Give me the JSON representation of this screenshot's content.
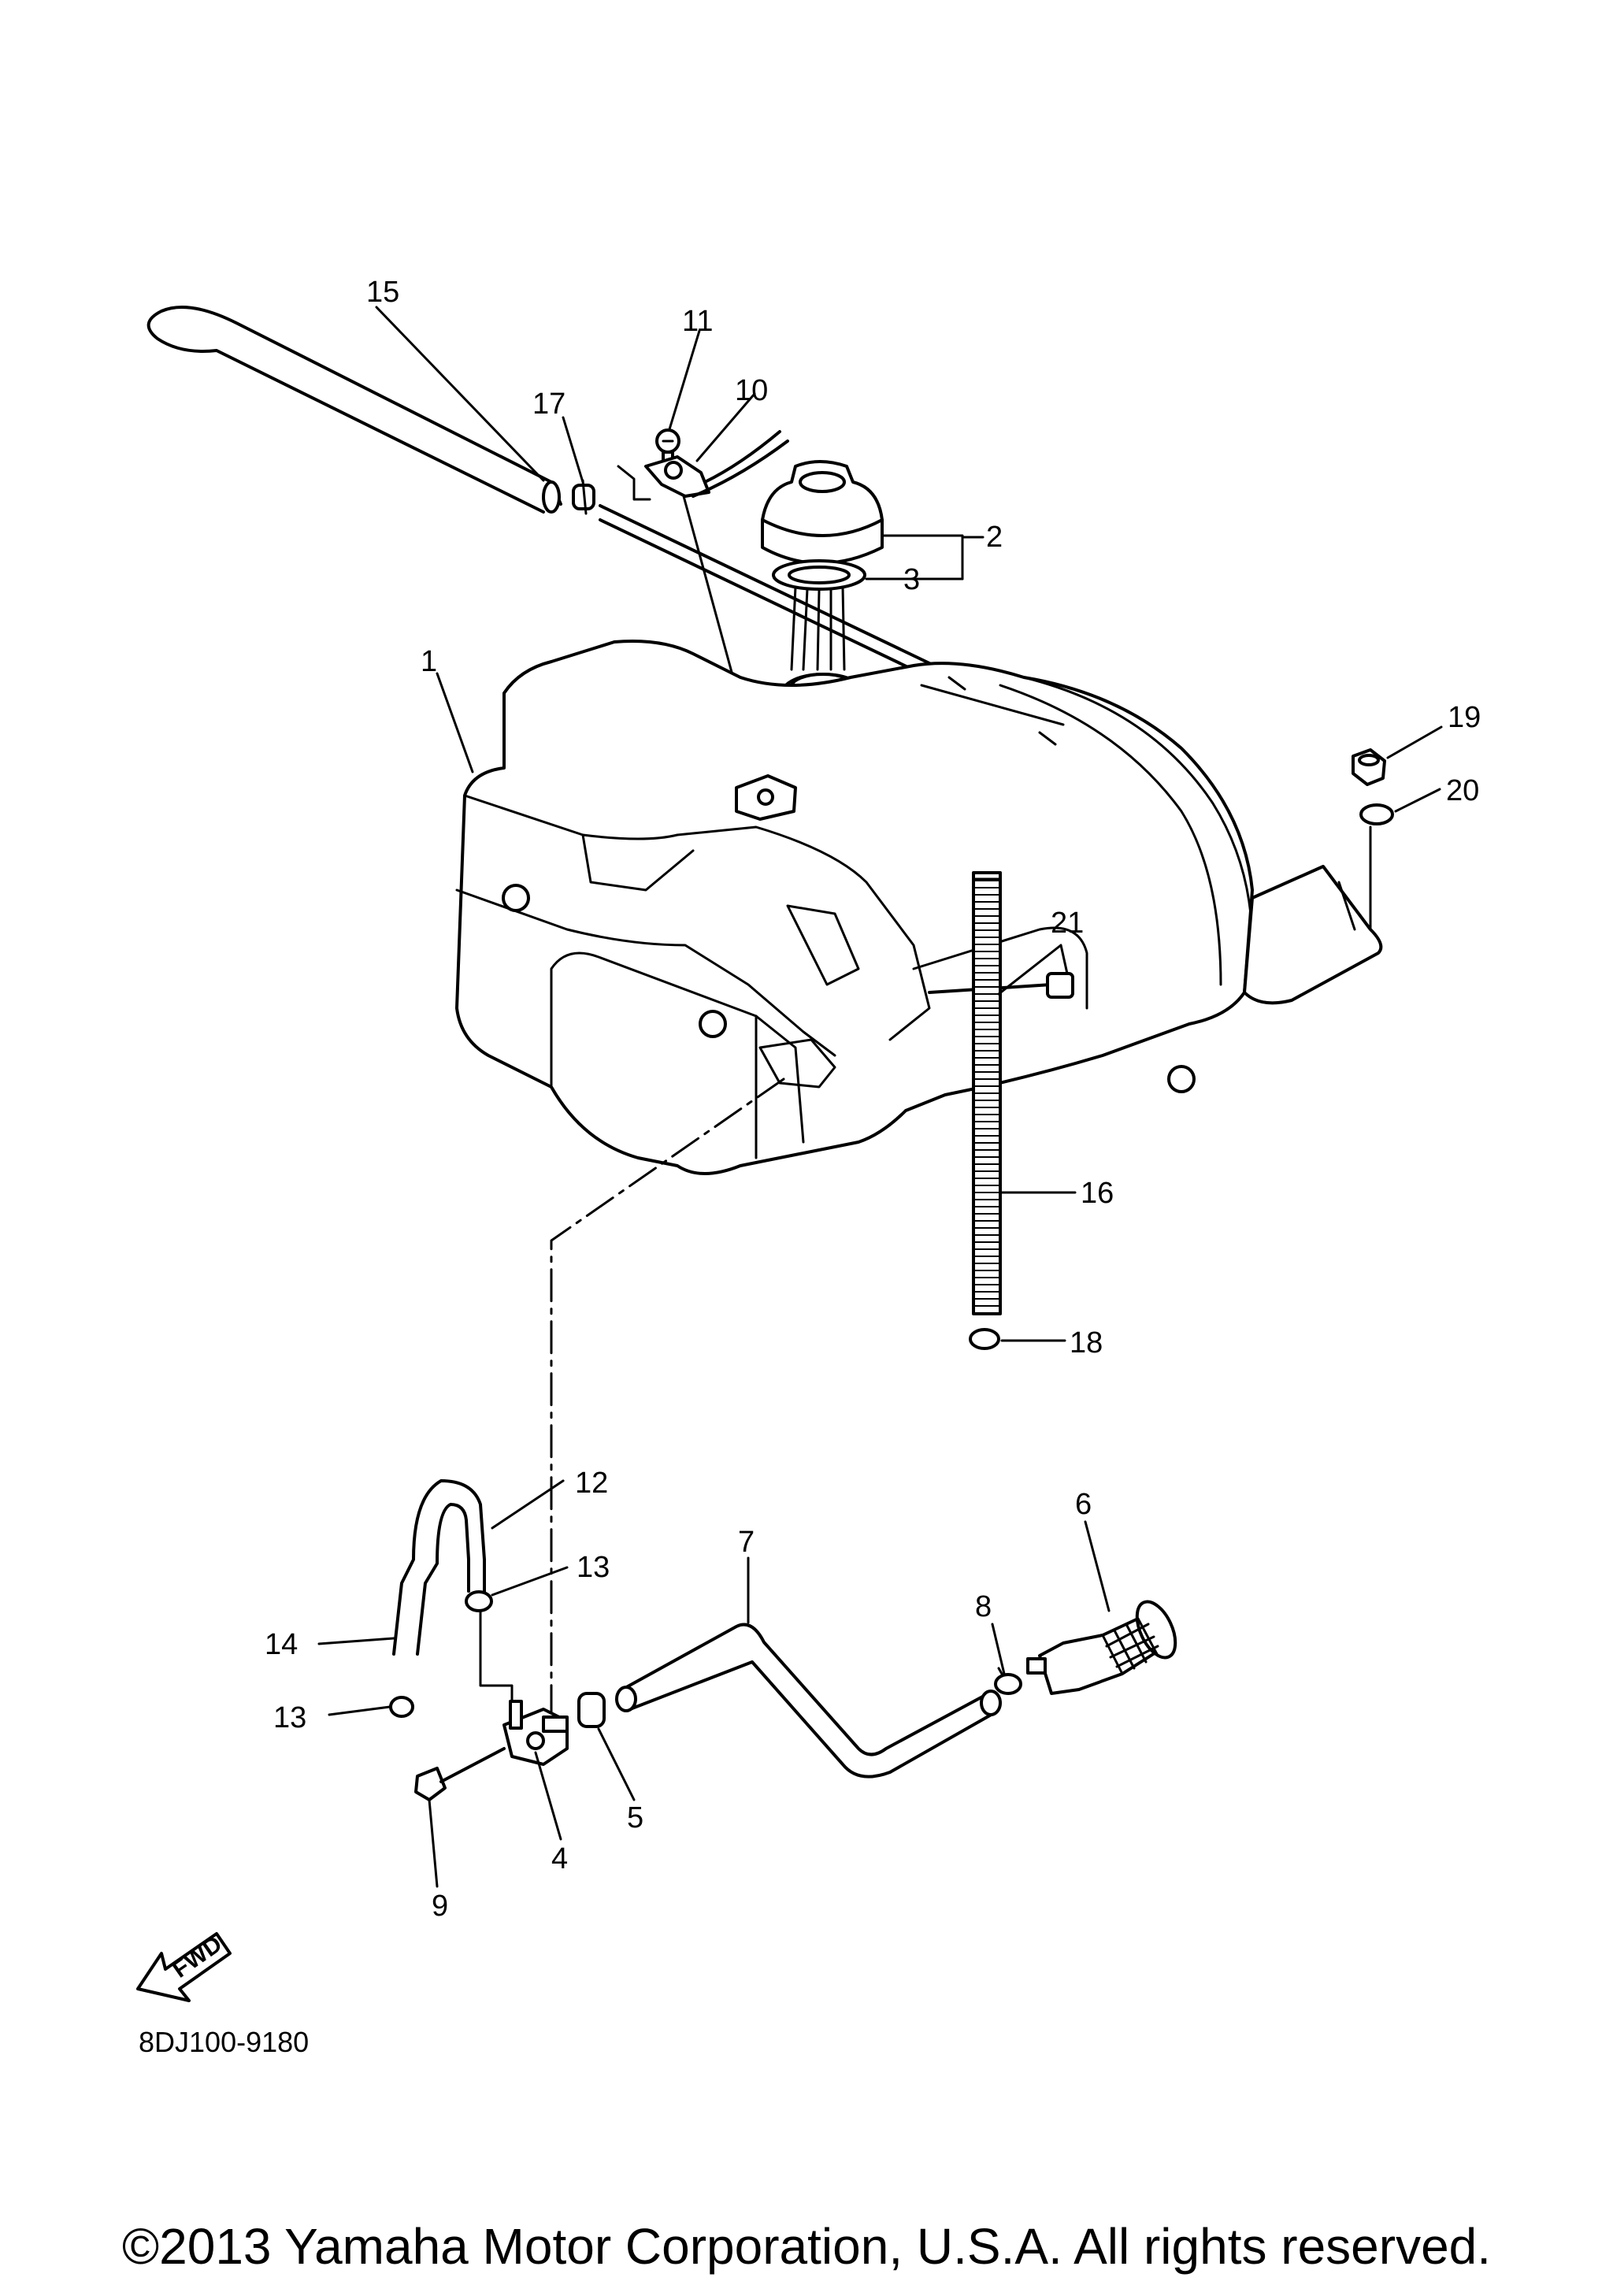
{
  "diagram": {
    "part_code": "8DJ100-9180",
    "fwd_label": "FWD",
    "copyright": "©2013 Yamaha Motor Corporation, U.S.A. All rights reserved.",
    "callouts": [
      {
        "id": "c1",
        "label": "1"
      },
      {
        "id": "c2",
        "label": "2"
      },
      {
        "id": "c3",
        "label": "3"
      },
      {
        "id": "c4",
        "label": "4"
      },
      {
        "id": "c5",
        "label": "5"
      },
      {
        "id": "c6",
        "label": "6"
      },
      {
        "id": "c7",
        "label": "7"
      },
      {
        "id": "c8",
        "label": "8"
      },
      {
        "id": "c9",
        "label": "9"
      },
      {
        "id": "c10",
        "label": "10"
      },
      {
        "id": "c11",
        "label": "11"
      },
      {
        "id": "c12",
        "label": "12"
      },
      {
        "id": "c13a",
        "label": "13"
      },
      {
        "id": "c13b",
        "label": "13"
      },
      {
        "id": "c14",
        "label": "14"
      },
      {
        "id": "c15",
        "label": "15"
      },
      {
        "id": "c16",
        "label": "16"
      },
      {
        "id": "c17",
        "label": "17"
      },
      {
        "id": "c18",
        "label": "18"
      },
      {
        "id": "c19",
        "label": "19"
      },
      {
        "id": "c20",
        "label": "20"
      },
      {
        "id": "c21",
        "label": "21"
      }
    ]
  }
}
